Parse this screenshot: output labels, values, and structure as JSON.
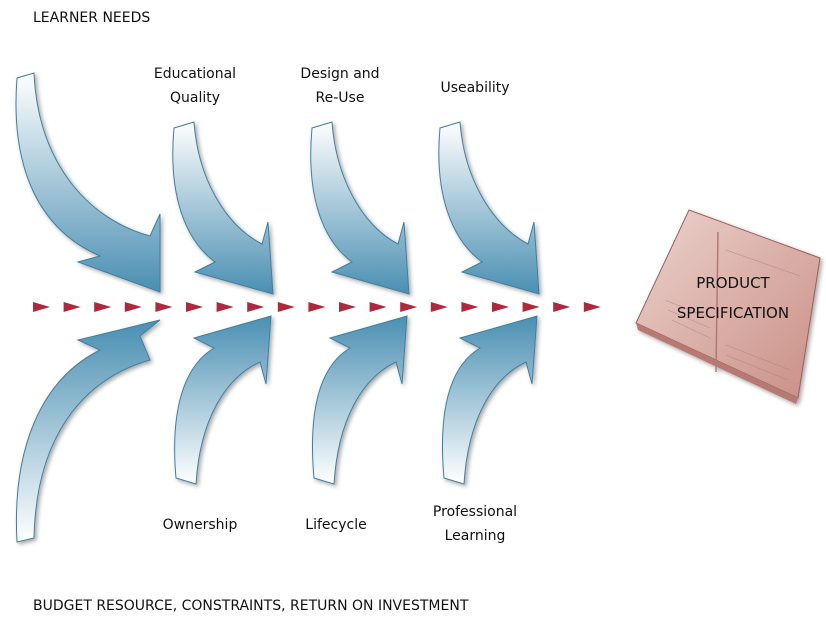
{
  "header": "LEARNER NEEDS",
  "footer": "BUDGET RESOURCE, CONSTRAINTS, RETURN ON INVESTMENT",
  "top_labels": [
    {
      "line1": "Educational",
      "line2": "Quality"
    },
    {
      "line1": "Design and",
      "line2": "Re-Use"
    },
    {
      "line1": "Useability",
      "line2": ""
    }
  ],
  "bottom_labels": [
    {
      "line1": "Ownership",
      "line2": ""
    },
    {
      "line1": "Lifecycle",
      "line2": ""
    },
    {
      "line1": "Professional",
      "line2": "Learning"
    }
  ],
  "product": {
    "line1": "PRODUCT",
    "line2": "SPECIFICATION"
  },
  "colors": {
    "arrow_dark": "#4a8fb2",
    "arrow_light": "#ffffff",
    "spine": "#b0283c",
    "book": "#d9a9a0"
  }
}
